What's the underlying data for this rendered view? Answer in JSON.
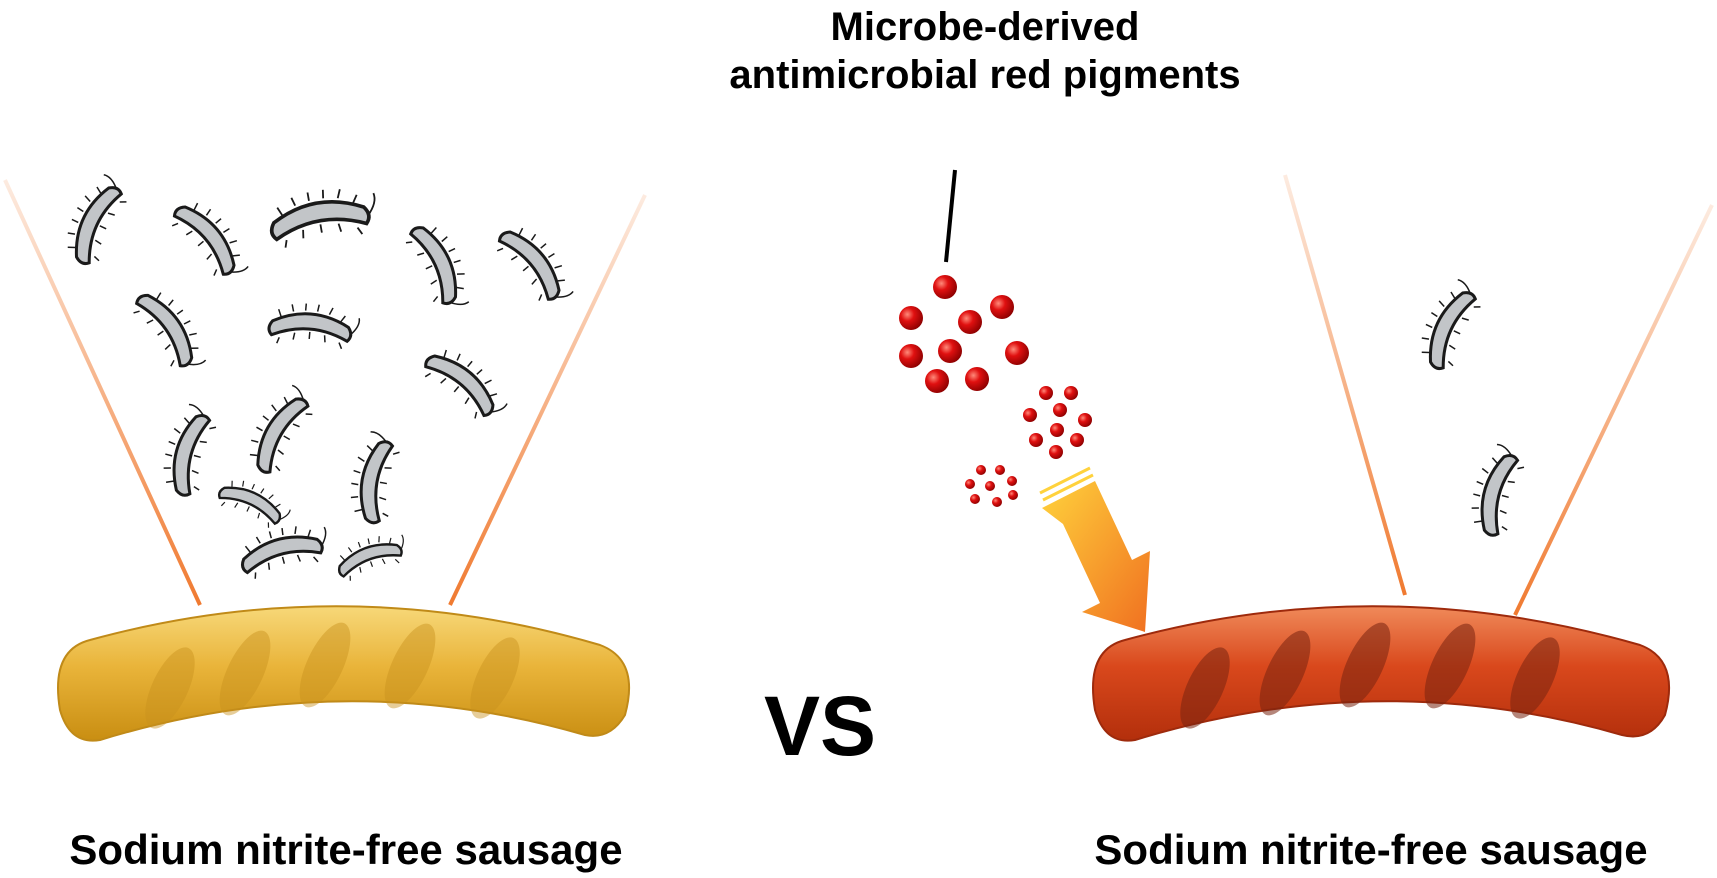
{
  "labels": {
    "pigment": "Microbe-derived antimicrobial red pigments",
    "vs": "VS",
    "left_caption": "Sodium nitrite-free sausage",
    "right_caption": "Sodium nitrite-free sausage"
  },
  "colors": {
    "plain_sausage": "#e4ad2c",
    "pigmented_sausage": "#d94c1f",
    "pigment_droplet": "#e01010",
    "arrow": "#f5a020",
    "view_lines": "#f07a30",
    "bacteria": "#c2c5c8"
  },
  "icons": {
    "bacterium": "rod-shaped-bacterium-icon",
    "pigment": "red-droplet-icon",
    "arrow": "down-right-arrow-icon"
  },
  "counts": {
    "left_bacteria": 14,
    "right_bacteria": 2
  }
}
